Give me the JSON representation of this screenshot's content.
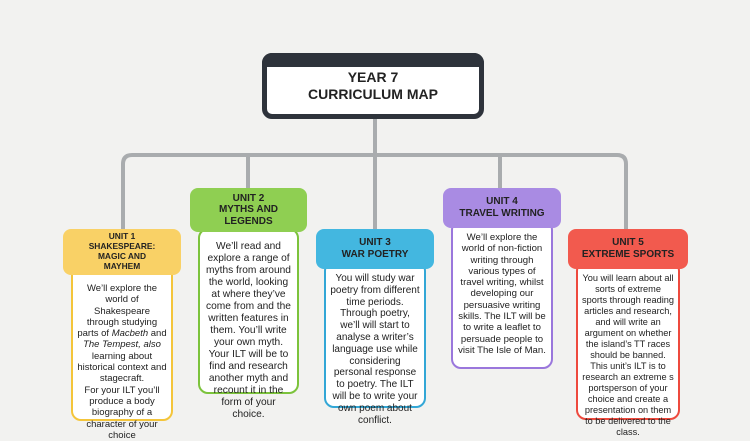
{
  "title": {
    "line1": "YEAR 7",
    "line2": "CURRICULUM MAP"
  },
  "units": [
    {
      "name": "unit-1",
      "heading": [
        "UNIT 1",
        "SHAKESPEARE:",
        "MAGIC AND",
        "MAYHEM"
      ],
      "color": "#f9d166",
      "border": "#f4c53a",
      "body_parts": [
        "We’ll explore the world of Shakespeare through studying parts of ",
        "Macbeth",
        " and ",
        "The Tempest",
        ", also",
        " learning about historical context and stagecraft."
      ],
      "body_extra": "For your ILT you’ll produce a body biography of a character of your choice"
    },
    {
      "name": "unit-2",
      "heading": [
        "UNIT 2",
        "MYTHS AND",
        "LEGENDS"
      ],
      "color": "#8fcf52",
      "border": "#7cc33c",
      "body": "We’ll read and explore a range of myths from around the world, looking at where they’ve come from and the written features in them. You’ll write your own myth. Your ILT will be to find and research another myth and recount it in the form of your choice."
    },
    {
      "name": "unit-3",
      "heading": [
        "UNIT 3",
        "WAR POETRY"
      ],
      "color": "#43b7e0",
      "border": "#33a7d6",
      "body": "You will study war poetry from different time periods. Through poetry, we’ll will start to analyse a writer’s language use while considering personal response to poetry. The ILT will be to write your own poem about conflict."
    },
    {
      "name": "unit-4",
      "heading": [
        "UNIT 4",
        "TRAVEL WRITING"
      ],
      "color": "#a98be3",
      "border": "#9a77dc",
      "body": "We’ll explore the world of non-fiction writing through various types of travel writing, whilst developing our persuasive writing skills. The ILT will be to write a leaflet to persuade people to visit The Isle of Man."
    },
    {
      "name": "unit-5",
      "heading": [
        "UNIT 5",
        "EXTREME SPORTS"
      ],
      "color": "#f25a4e",
      "border": "#ee4a3e",
      "body": "You will learn about all sorts of extreme sports through reading articles and research, and will write an argument on whether the island’s TT races should be banned. This unit’s ILT is to research an extreme s portsperson of your choice and create a presentation on them to be delivered to the class."
    }
  ]
}
